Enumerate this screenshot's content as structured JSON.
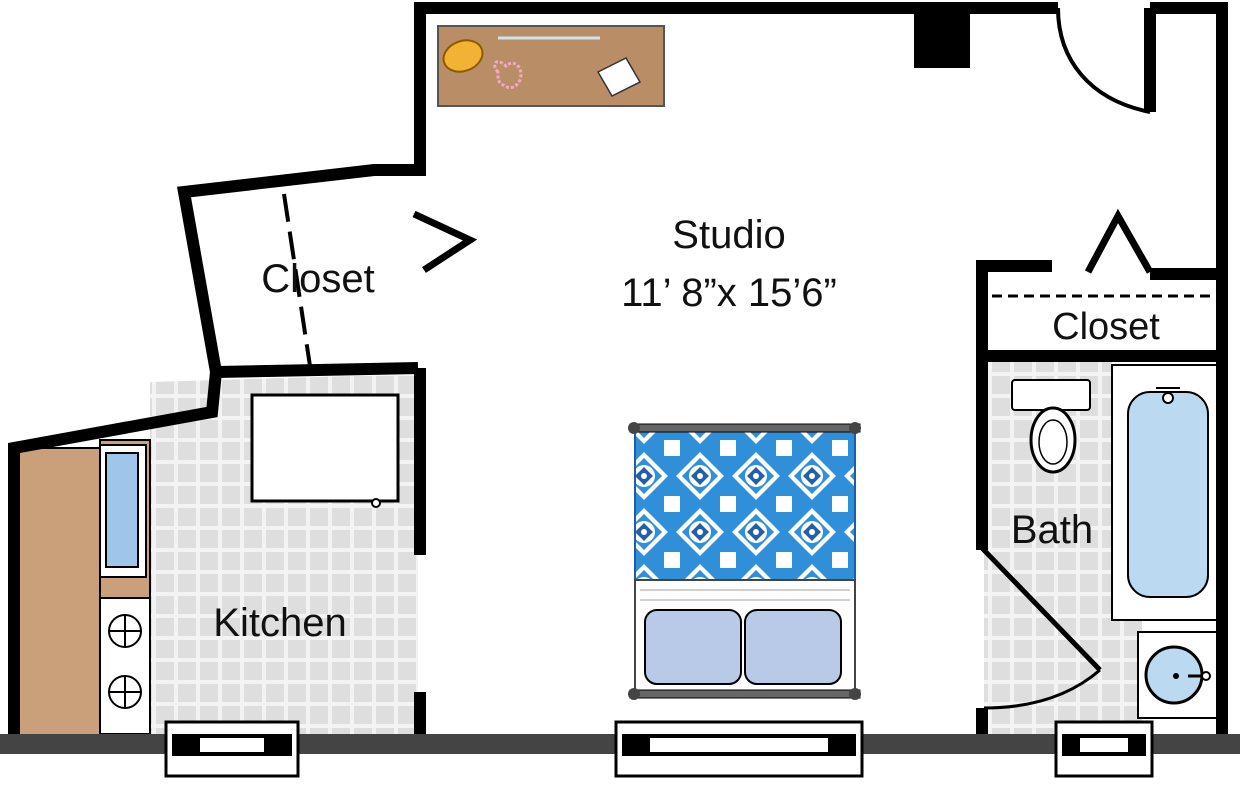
{
  "rooms": {
    "studio": {
      "name": "Studio",
      "dimensions": "11’ 8”x 15’6”"
    },
    "closet_left": {
      "name": "Closet"
    },
    "closet_right": {
      "name": "Closet"
    },
    "kitchen": {
      "name": "Kitchen"
    },
    "bath": {
      "name": "Bath"
    }
  },
  "colors": {
    "wall": "#000000",
    "floor_tile": "#d9d9d9",
    "tile_line": "#f2f2f2",
    "counter": "#c9a07a",
    "desk": "#b98e66",
    "bedspread": "#2f8fd8",
    "pillow": "#b9c9e8",
    "tub_water": "#bcd9f2",
    "bottom_band": "#444444"
  }
}
